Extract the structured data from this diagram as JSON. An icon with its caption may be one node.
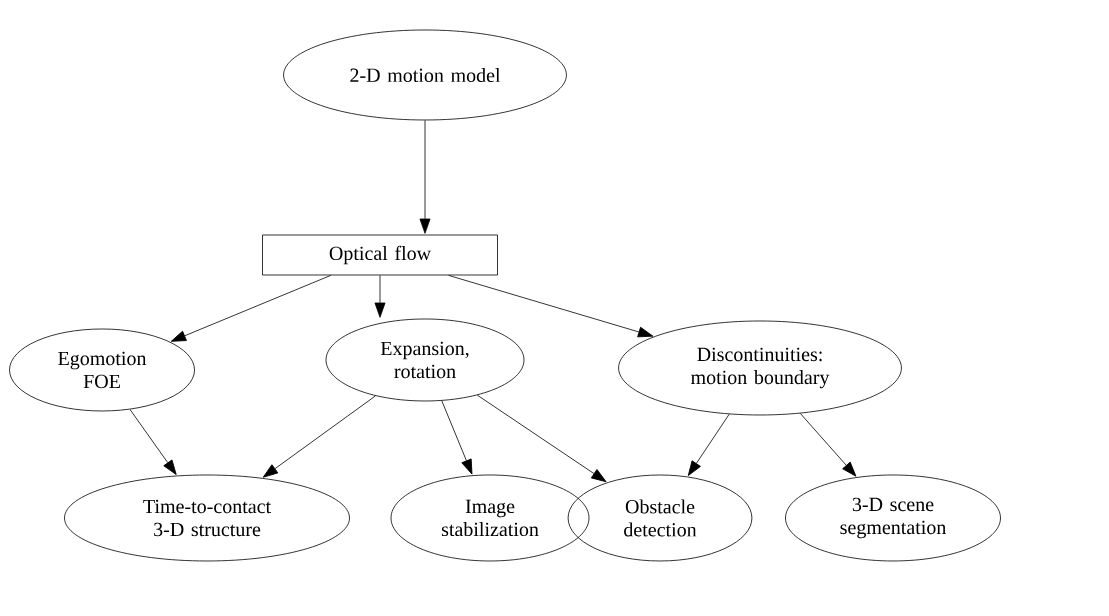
{
  "diagram": {
    "nodes": [
      {
        "text": [
          "2-D motion model"
        ]
      },
      {
        "text": [
          "Optical flow"
        ]
      },
      {
        "text": [
          "Egomotion FOE"
        ]
      },
      {
        "text": [
          "Expansion, rotation"
        ]
      },
      {
        "text": [
          "Discontinuities: motion boundary"
        ]
      },
      {
        "text": [
          "Time-to-contact 3-D structure"
        ]
      },
      {
        "text": [
          "Image stabilization"
        ]
      },
      {
        "text": [
          "Obstacle detection"
        ]
      },
      {
        "text": [
          "3-D scene segmentation"
        ]
      }
    ],
    "edges": [
      {
        "from": 0,
        "to": 1,
        "arrow": "to"
      },
      {
        "from": 1,
        "to": 2,
        "arrow": "to"
      },
      {
        "from": 1,
        "to": 3,
        "arrow": "to"
      },
      {
        "from": 1,
        "to": 4,
        "arrow": "to"
      },
      {
        "from": 2,
        "to": 5,
        "arrow": "to"
      },
      {
        "from": 3,
        "to": 5,
        "arrow": "to"
      },
      {
        "from": 3,
        "to": 6,
        "arrow": "to"
      },
      {
        "from": 3,
        "to": 7,
        "arrow": "to"
      },
      {
        "from": 4,
        "to": 7,
        "arrow": "to"
      },
      {
        "from": 4,
        "to": 8,
        "arrow": "to"
      }
    ]
  }
}
